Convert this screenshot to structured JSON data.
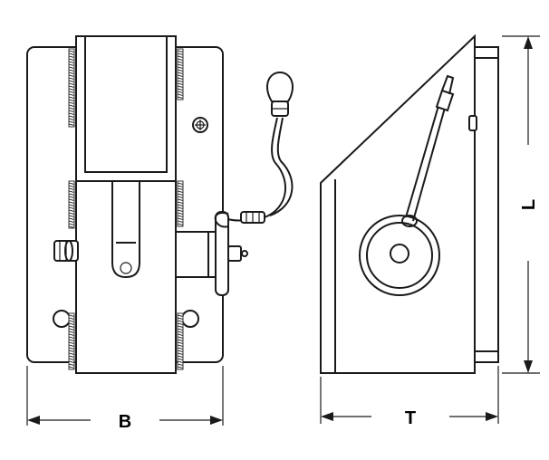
{
  "dimensions": {
    "width_label": "B",
    "depth_label": "T",
    "length_label": "L"
  },
  "colors": {
    "stroke": "#1a1a1a",
    "background": "#ffffff",
    "serration": "#333333"
  }
}
